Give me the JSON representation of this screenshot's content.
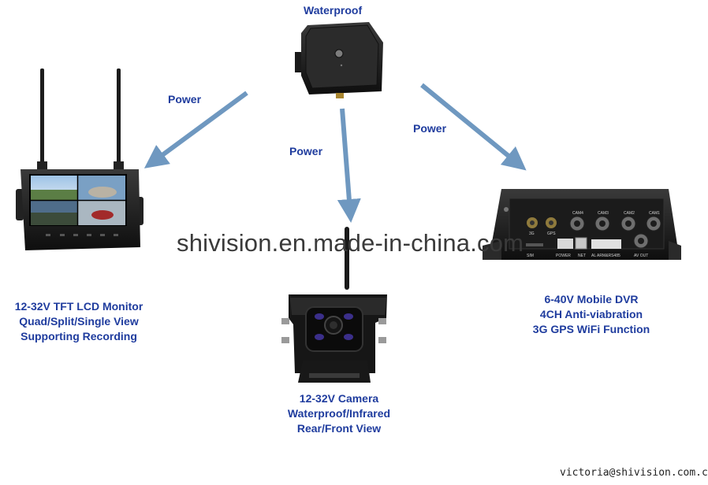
{
  "hub": {
    "label": "Waterproof"
  },
  "arrows": {
    "left_label": "Power",
    "center_label": "Power",
    "right_label": "Power"
  },
  "monitor": {
    "lines": [
      "12-32V TFT LCD Monitor",
      "Quad/Split/Single View",
      "Supporting Recording"
    ]
  },
  "camera": {
    "lines": [
      "12-32V Camera",
      "Waterproof/Infrared",
      "Rear/Front View"
    ]
  },
  "dvr": {
    "lines": [
      "6-40V Mobile DVR",
      "4CH Anti-viabration",
      "3G GPS WiFi Function"
    ],
    "port_labels": [
      "CAM4",
      "CAM3",
      "CAM2",
      "CAM1"
    ],
    "small_labels": {
      "sd": "3G",
      "gps": "GPS",
      "power": "POWER",
      "net": "NET",
      "alarm": "AL ARM&RS485",
      "av": "AV OUT",
      "sim": "SIM"
    }
  },
  "watermark": "shivision.en.made-in-china.com",
  "email": "victoria@shivision.com.cn",
  "colors": {
    "label": "#1f3c9e",
    "arrow": "#6f98c0",
    "device": "#1c1c1c"
  }
}
